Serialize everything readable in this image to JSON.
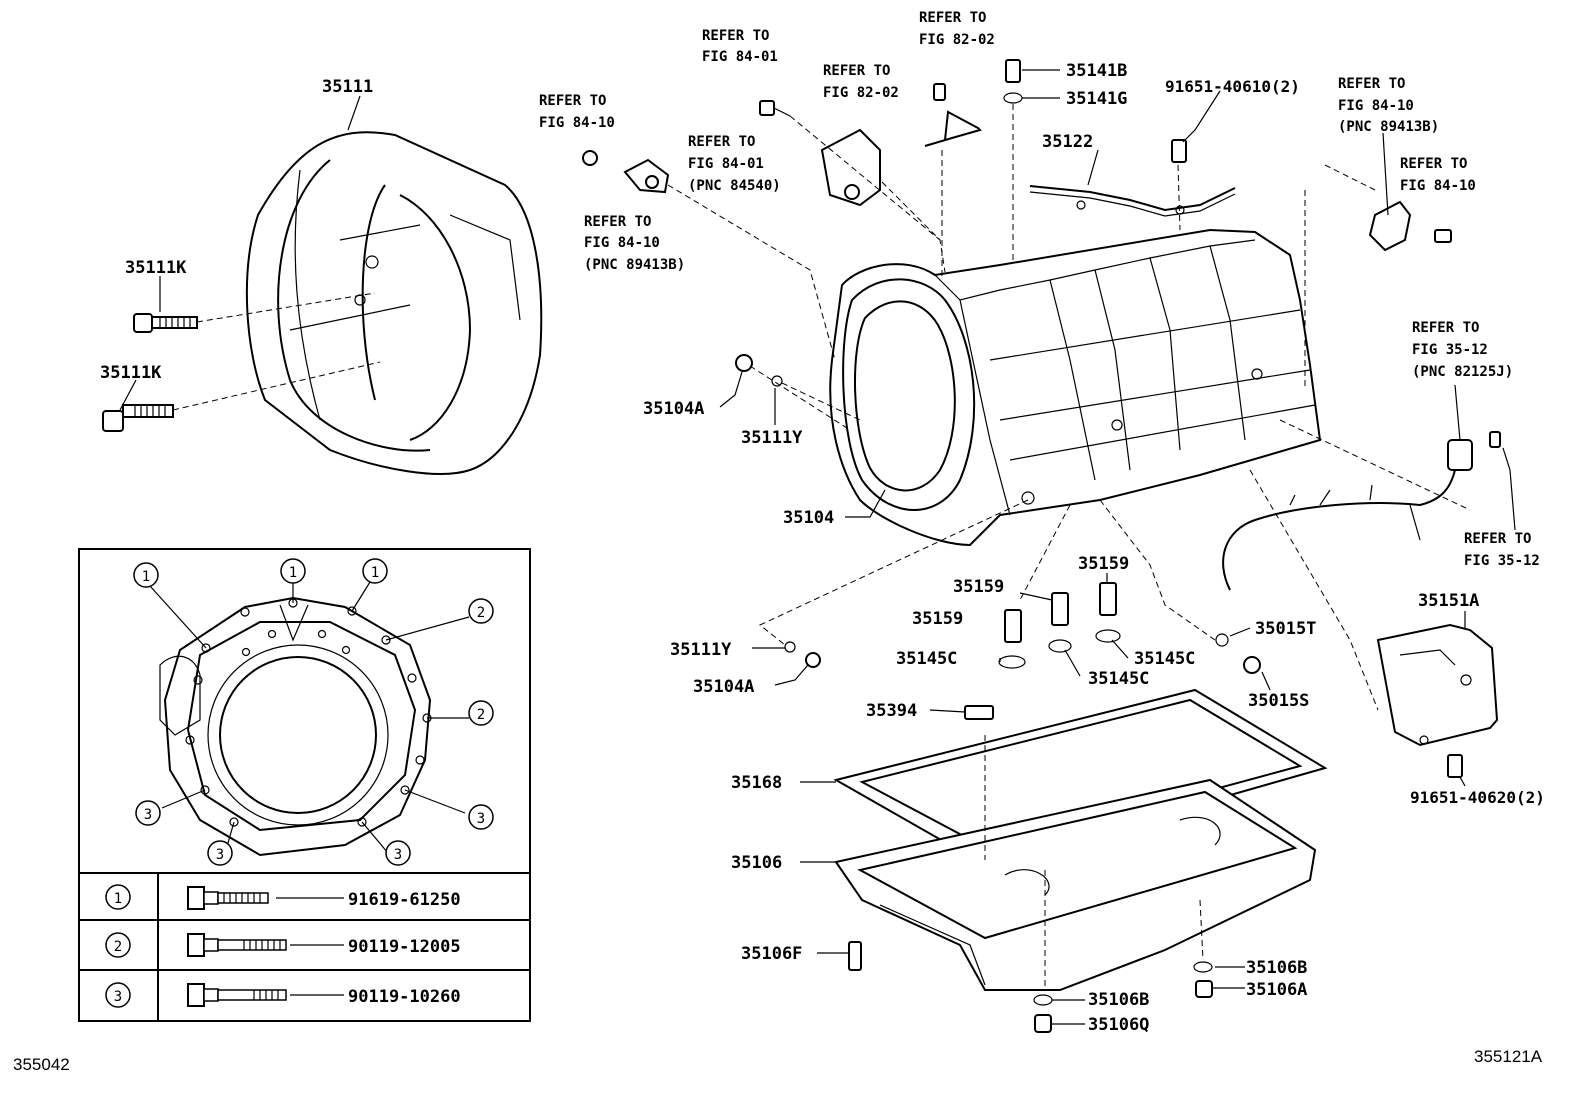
{
  "labels": {
    "p35111": "35111",
    "p35111k_a": "35111K",
    "p35111k_b": "35111K",
    "p35104a_a": "35104A",
    "p35111y_a": "35111Y",
    "p35104": "35104",
    "p35141b": "35141B",
    "p35141g": "35141G",
    "p91651_40610": "91651-40610(2)",
    "p35122": "35122",
    "p35159_a": "35159",
    "p35159_b": "35159",
    "p35159_c": "35159",
    "p35111y_b": "35111Y",
    "p35145c_a": "35145C",
    "p35145c_b": "35145C",
    "p35145c_c": "35145C",
    "p35104a_b": "35104A",
    "p35015t": "35015T",
    "p35015s": "35015S",
    "p35151a": "35151A",
    "p35394": "35394",
    "p35168": "35168",
    "p35106": "35106",
    "p35106f": "35106F",
    "p35106b_a": "35106B",
    "p35106a": "35106A",
    "p35106b_b": "35106B",
    "p35106q": "35106Q",
    "p91651_40620": "91651-40620(2)"
  },
  "refs": {
    "r1": [
      "REFER TO",
      "FIG 84-01"
    ],
    "r2": [
      "REFER TO",
      "FIG 82-02"
    ],
    "r3": [
      "REFER TO",
      "FIG 82-02"
    ],
    "r4": [
      "REFER TO",
      "FIG 84-10"
    ],
    "r5": [
      "REFER TO",
      "FIG 84-01",
      "(PNC 84540)"
    ],
    "r6": [
      "REFER TO",
      "FIG 84-10",
      "(PNC 89413B)"
    ],
    "r7": [
      "REFER TO",
      "FIG 84-10",
      "(PNC 89413B)"
    ],
    "r8": [
      "REFER TO",
      "FIG 84-10"
    ],
    "r9": [
      "REFER TO",
      "FIG 35-12",
      "(PNC 82125J)"
    ],
    "r10": [
      "REFER TO",
      "FIG 35-12"
    ]
  },
  "inset": {
    "markers": [
      "1",
      "2",
      "3"
    ],
    "bolts": [
      {
        "marker": "1",
        "part": "91619-61250"
      },
      {
        "marker": "2",
        "part": "90119-12005"
      },
      {
        "marker": "3",
        "part": "90119-10260"
      }
    ]
  },
  "corner": {
    "left": "355042",
    "right": "355121A"
  }
}
